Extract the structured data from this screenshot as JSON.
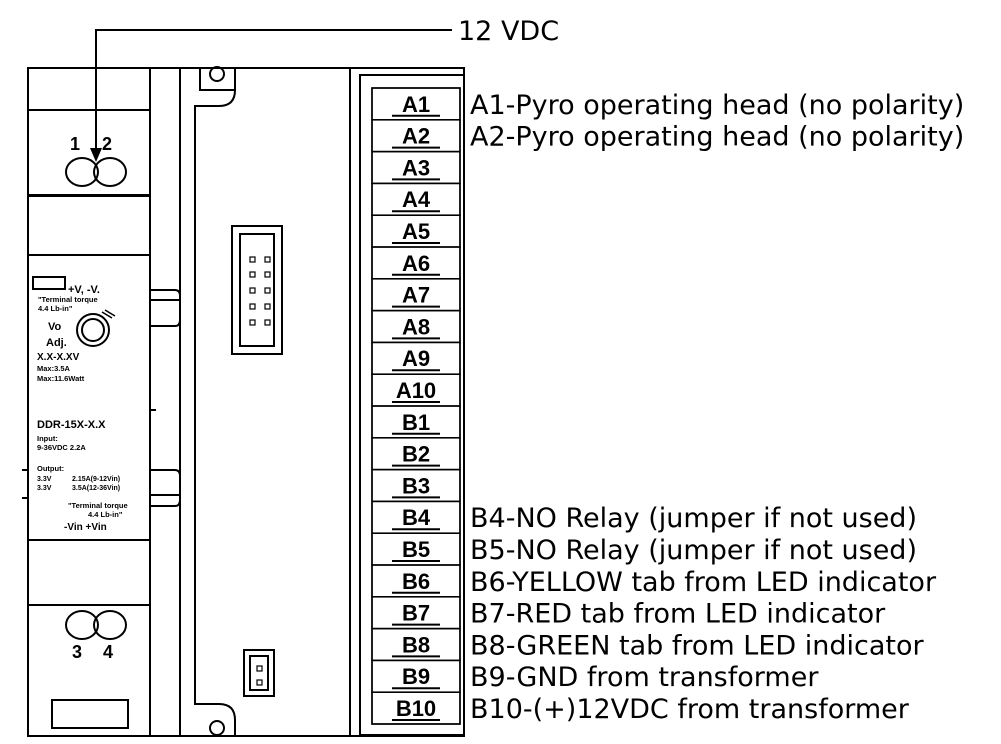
{
  "supply_label": "12 VDC",
  "psu": {
    "top_terminals": [
      "1",
      "2"
    ],
    "bottom_terminals": [
      "3",
      "4"
    ],
    "output_polarity": "+V, -V.",
    "torque_top": [
      "\"Terminal torque",
      "4.4 Lb-in\""
    ],
    "adj": [
      "Vo",
      "Adj."
    ],
    "ratings": [
      "X.X-X.XV",
      "Max:3.5A",
      "Max:11.6Watt"
    ],
    "model": "DDR-15X-X.X",
    "input": [
      "Input:",
      "9-36VDC 2.2A"
    ],
    "output": [
      "Output:",
      "3.3V",
      "3.3V",
      "2.15A(9-12Vin)",
      "3.5A(12-36Vin)"
    ],
    "torque_bottom": [
      "\"Terminal torque",
      "4.4 Lb-in\""
    ],
    "input_polarity": "-Vin  +Vin"
  },
  "terminals": [
    "A1",
    "A2",
    "A3",
    "A4",
    "A5",
    "A6",
    "A7",
    "A8",
    "A9",
    "A10",
    "B1",
    "B2",
    "B3",
    "B4",
    "B5",
    "B6",
    "B7",
    "B8",
    "B9",
    "B10"
  ],
  "descriptions": {
    "A1": "A1-Pyro operating head (no polarity)",
    "A2": "A2-Pyro operating head (no polarity)",
    "B4": "B4-NO Relay (jumper if not used)",
    "B5": "B5-NO Relay (jumper if not used)",
    "B6": "B6-YELLOW tab from LED indicator",
    "B7": "B7-RED tab from LED indicator",
    "B8": "B8-GREEN tab from LED indicator",
    "B9": "B9-GND from transformer",
    "B10": "B10-(+)12VDC from transformer"
  }
}
